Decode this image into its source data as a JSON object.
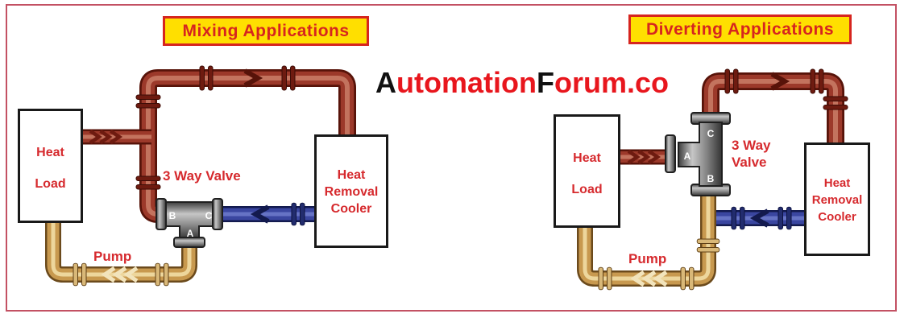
{
  "frame": {
    "border_color": "#c35163",
    "background": "#ffffff"
  },
  "logo": {
    "seg1": "A",
    "seg2": "utomation",
    "seg3": "F",
    "seg4": "orum.co",
    "black": "#111111",
    "red": "#e8161d"
  },
  "mixing": {
    "title": "Mixing Applications",
    "heat_load": [
      "Heat",
      "Load"
    ],
    "cooler": [
      "Heat",
      "Removal",
      "Cooler"
    ],
    "valve_label": "3 Way Valve",
    "pump_label": "Pump",
    "ports": {
      "a": "A",
      "b": "B",
      "c": "C"
    }
  },
  "diverting": {
    "title": "Diverting Applications",
    "heat_load": [
      "Heat",
      "Load"
    ],
    "cooler": [
      "Heat",
      "Removal",
      "Cooler"
    ],
    "valve_label_line1": "3 Way",
    "valve_label_line2": "Valve",
    "pump_label": "Pump",
    "ports": {
      "a": "A",
      "b": "B",
      "c": "C"
    }
  },
  "colors": {
    "title_bg": "#ffdf00",
    "title_text": "#d6251f",
    "label_text": "#d62a2e",
    "hot_pipe": "#9c392a",
    "cold_pipe": "#3a46a0",
    "pump_pipe": "#c8994f",
    "valve_metal": "#8f8f8f",
    "box_border": "#191919"
  }
}
